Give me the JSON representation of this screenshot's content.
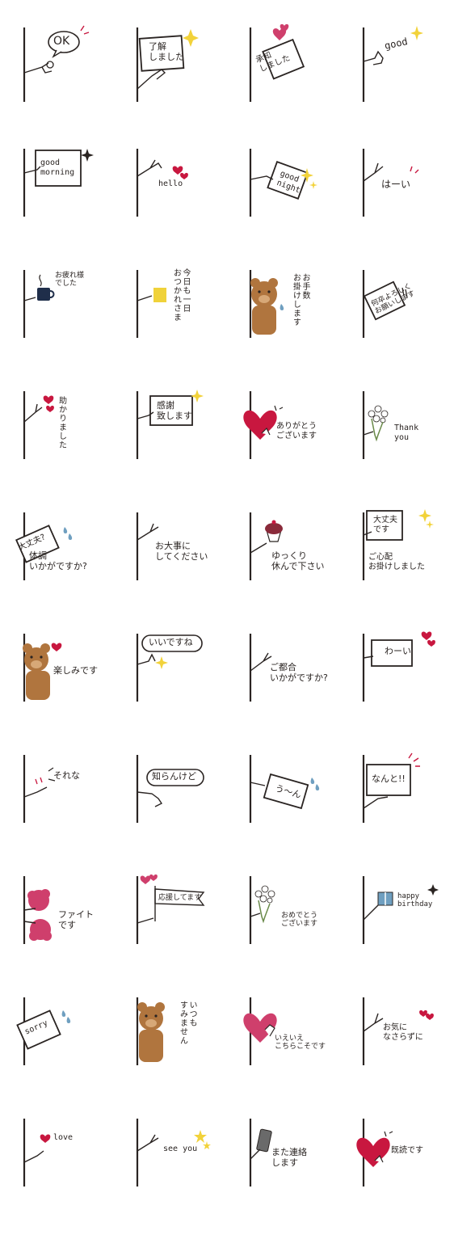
{
  "colors": {
    "ink": "#2a2422",
    "red": "#c8173f",
    "pink": "#cf3f6c",
    "yellow": "#f2d23a",
    "blue": "#6f9fc0",
    "bear": "#b0753e",
    "bear_dark": "#8a5528",
    "mug": "#1f2e4a",
    "tea": "#f0d23a"
  },
  "stickers": [
    {
      "id": 1,
      "text": "OK"
    },
    {
      "id": 2,
      "text": "了解\nしました"
    },
    {
      "id": 3,
      "text": "承知\nしました"
    },
    {
      "id": 4,
      "text": "good"
    },
    {
      "id": 5,
      "text": "good\nmorning"
    },
    {
      "id": 6,
      "text": "hello"
    },
    {
      "id": 7,
      "text": "good\nnight"
    },
    {
      "id": 8,
      "text": "はーい"
    },
    {
      "id": 9,
      "text": "お疲れ様\nでした"
    },
    {
      "id": 10,
      "text": "今日も一日\nおつかれさま"
    },
    {
      "id": 11,
      "text": "お手数\nお掛けします"
    },
    {
      "id": 12,
      "text": "何卒よろしく\nお願いします"
    },
    {
      "id": 13,
      "text": "助かりました"
    },
    {
      "id": 14,
      "text": "感謝\n致します"
    },
    {
      "id": 15,
      "text": "ありがとう\nございます"
    },
    {
      "id": 16,
      "text": "Thank\nyou"
    },
    {
      "id": 17,
      "text": "大丈夫?",
      "text2": "体調\nいかがですか?"
    },
    {
      "id": 18,
      "text": "お大事に\nしてください"
    },
    {
      "id": 19,
      "text": "ゆっくり\n休んで下さい"
    },
    {
      "id": 20,
      "text": "大丈夫\nです",
      "text2": "ご心配\nお掛けしました"
    },
    {
      "id": 21,
      "text": "楽しみです"
    },
    {
      "id": 22,
      "text": "いいですね"
    },
    {
      "id": 23,
      "text": "ご都合\nいかがですか?"
    },
    {
      "id": 24,
      "text": "わーい"
    },
    {
      "id": 25,
      "text": "それな"
    },
    {
      "id": 26,
      "text": "知らんけど"
    },
    {
      "id": 27,
      "text": "う〜ん"
    },
    {
      "id": 28,
      "text": "なんと!!"
    },
    {
      "id": 29,
      "text": "ファイト\nです"
    },
    {
      "id": 30,
      "text": "応援してます"
    },
    {
      "id": 31,
      "text": "おめでとう\nございます"
    },
    {
      "id": 32,
      "text": "happy\nbirthday"
    },
    {
      "id": 33,
      "text": "sorry"
    },
    {
      "id": 34,
      "text": "いつも\nすみません"
    },
    {
      "id": 35,
      "text": "いえいえ\nこちらこそです"
    },
    {
      "id": 36,
      "text": "お気に\nなさらずに"
    },
    {
      "id": 37,
      "text": "love"
    },
    {
      "id": 38,
      "text": "see you"
    },
    {
      "id": 39,
      "text": "また連絡\nします"
    },
    {
      "id": 40,
      "text": "既読です"
    }
  ]
}
